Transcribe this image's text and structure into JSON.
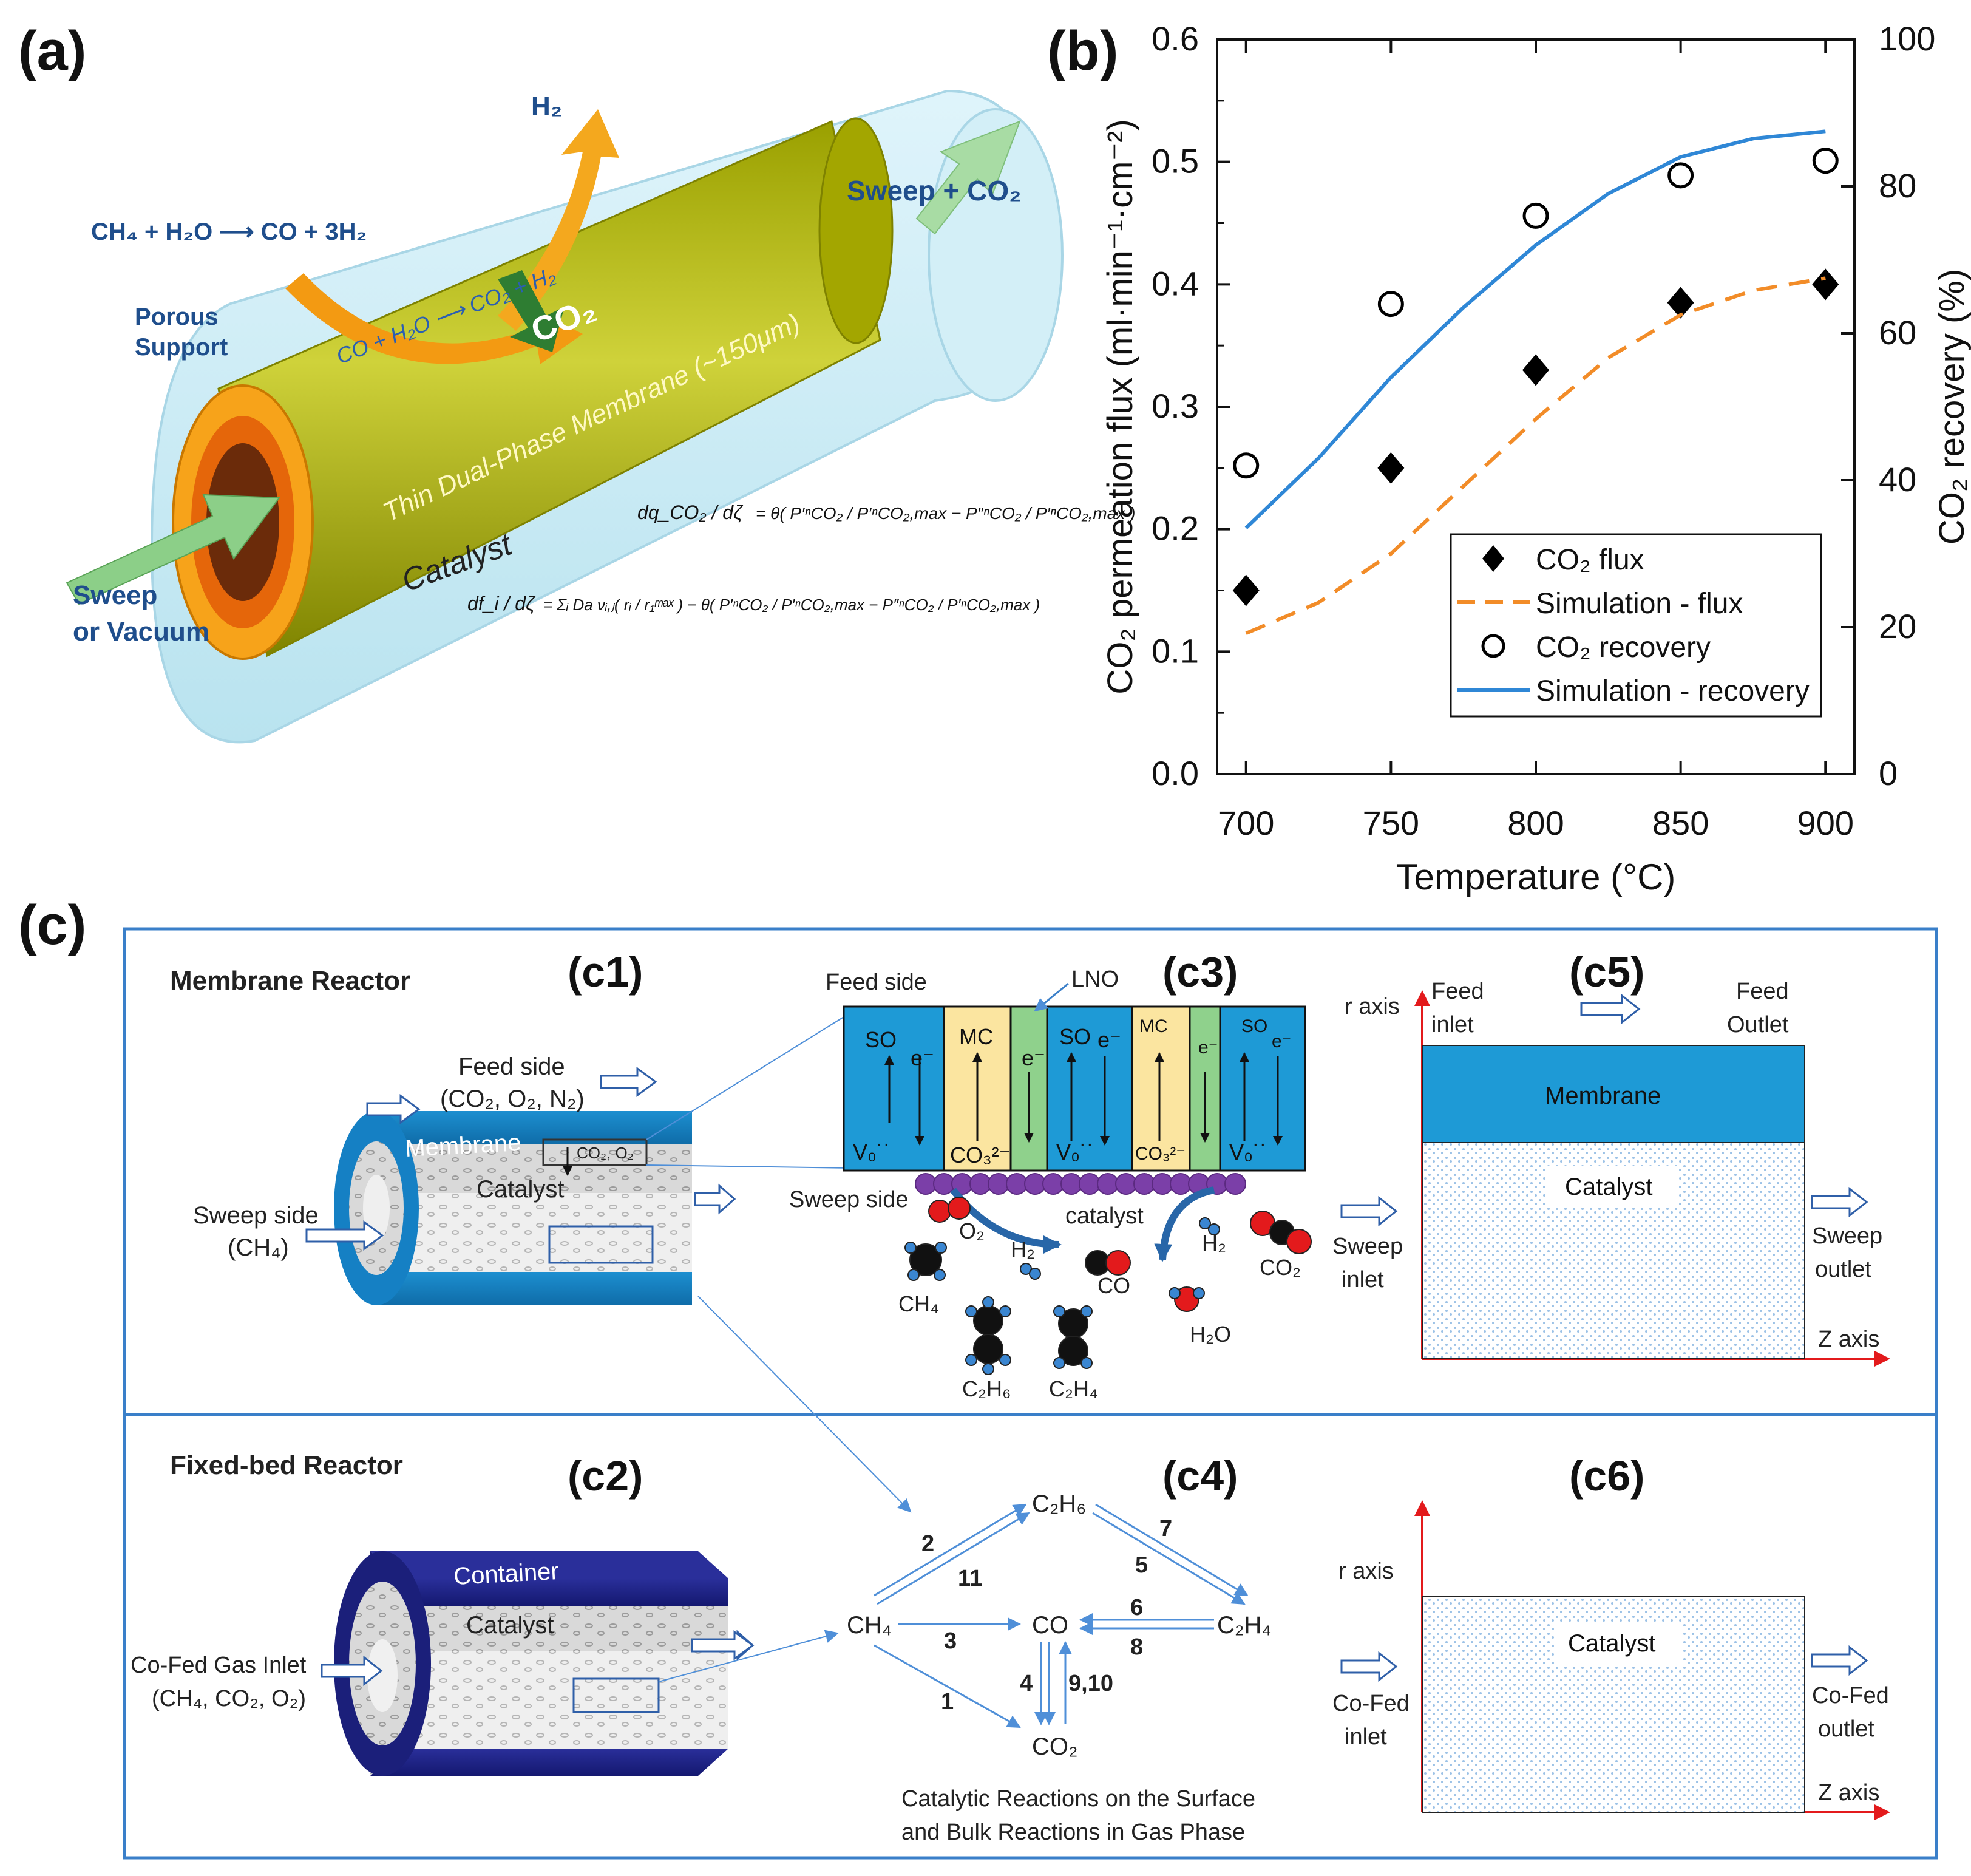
{
  "panel_a": {
    "label": "(a)",
    "h2": "H₂",
    "reaction_top": "CH₄ + H₂O ⟶ CO + 3H₂",
    "sweep_out": "Sweep + CO₂",
    "porous_support_1": "Porous",
    "porous_support_2": "Support",
    "shift_reaction": "CO + H₂O ⟶ CO₂ + H₂",
    "co2": "CO₂",
    "membrane_label": "Thin Dual-Phase Membrane (~150μm)",
    "catalyst": "Catalyst",
    "sweep_in_1": "Sweep",
    "sweep_in_2": "or Vacuum",
    "eq1_lhs": "dq_CO₂ / dζ",
    "eq1_rhs": "= θ( P′ⁿCO₂ / P′ⁿCO₂,max − P″ⁿCO₂ / P′ⁿCO₂,max )",
    "eq2_lhs": "df_i / dζ",
    "eq2_rhs": "= Σᵢ Da νᵢ,ⱼ( rᵢ / r₁ᵐᵃˣ ) − θ( P′ⁿCO₂ / P′ⁿCO₂,max − P″ⁿCO₂ / P′ⁿCO₂,max )"
  },
  "panel_b": {
    "label": "(b)"
  },
  "chart_data": {
    "type": "scatter",
    "xlabel": "Temperature (°C)",
    "ylabel": "CO₂ permeation flux (ml·min⁻¹·cm⁻²)",
    "y2label": "CO₂ recovery (%)",
    "xlim": [
      690,
      910
    ],
    "ylim": [
      0.0,
      0.6
    ],
    "y2lim": [
      0,
      100
    ],
    "xticks": [
      700,
      750,
      800,
      850,
      900
    ],
    "yticks": [
      "0.0",
      "0.1",
      "0.2",
      "0.3",
      "0.4",
      "0.5",
      "0.6"
    ],
    "y2ticks": [
      "0",
      "20",
      "40",
      "60",
      "80",
      "100"
    ],
    "legend_position": "bottom-right",
    "series": [
      {
        "name": "CO₂ flux",
        "axis": "left",
        "style": "marker-diamond",
        "color": "#000000",
        "x": [
          700,
          750,
          800,
          850,
          900
        ],
        "y": [
          0.15,
          0.25,
          0.33,
          0.385,
          0.4
        ]
      },
      {
        "name": "Simulation - flux",
        "axis": "left",
        "style": "dashed-line",
        "color": "#f28c28",
        "x": [
          700,
          725,
          750,
          775,
          800,
          825,
          850,
          875,
          900
        ],
        "y": [
          0.115,
          0.14,
          0.18,
          0.235,
          0.29,
          0.34,
          0.375,
          0.395,
          0.405
        ]
      },
      {
        "name": "CO₂ recovery",
        "axis": "right",
        "style": "marker-open-circle",
        "color": "#000000",
        "x": [
          700,
          750,
          800,
          850,
          900
        ],
        "y": [
          42,
          64,
          76,
          81.5,
          83.5
        ]
      },
      {
        "name": "Simulation - recovery",
        "axis": "right",
        "style": "solid-line",
        "color": "#2f87d6",
        "x": [
          700,
          725,
          750,
          775,
          800,
          825,
          850,
          875,
          900
        ],
        "y": [
          33.5,
          43,
          54,
          63.5,
          72,
          79,
          84,
          86.5,
          87.5
        ]
      }
    ]
  },
  "panel_c": {
    "label": "(c)",
    "c1": "(c1)",
    "c2": "(c2)",
    "c3": "(c3)",
    "c4": "(c4)",
    "c5": "(c5)",
    "c6": "(c6)",
    "membrane_reactor": "Membrane Reactor",
    "fixed_bed_reactor": "Fixed-bed Reactor",
    "c1_feed_side": "Feed side",
    "c1_feed_gases": "(CO₂, O₂, N₂)",
    "c1_membrane": "Membrane",
    "c1_catalyst": "Catalyst",
    "c1_co2o2": "CO₂, O₂",
    "c1_sweep_side": "Sweep side",
    "c1_ch4": "(CH₄)",
    "c3_feed_side": "Feed side",
    "c3_lno": "LNO",
    "c3_so": "SO",
    "c3_mc": "MC",
    "c3_e": "e⁻",
    "c3_vo": "V₀˙˙",
    "c3_co3": "CO₃²⁻",
    "c3_sweep_side": "Sweep side",
    "c3_catalyst": "catalyst",
    "c3_o2": "O₂",
    "c3_h2a": "H₂",
    "c3_h2b": "H₂",
    "c3_co2": "CO₂",
    "c3_co": "CO",
    "c3_ch4": "CH₄",
    "c3_h2o": "H₂O",
    "c3_c2h6": "C₂H₆",
    "c3_c2h4": "C₂H₄",
    "c5_r_axis": "r axis",
    "c5_feed_inlet_1": "Feed",
    "c5_feed_inlet_2": "inlet",
    "c5_feed_outlet_1": "Feed",
    "c5_feed_outlet_2": "Outlet",
    "c5_membrane": "Membrane",
    "c5_catalyst": "Catalyst",
    "c5_sweep_inlet_1": "Sweep",
    "c5_sweep_inlet_2": "inlet",
    "c5_sweep_outlet_1": "Sweep",
    "c5_sweep_outlet_2": "outlet",
    "c5_z_axis": "Z axis",
    "c2_container": "Container",
    "c2_catalyst": "Catalyst",
    "c2_cofed_1": "Co-Fed Gas Inlet",
    "c2_cofed_2": "(CH₄, CO₂, O₂)",
    "c4_c2h6": "C₂H₆",
    "c4_ch4": "CH₄",
    "c4_co": "CO",
    "c4_c2h4": "C₂H₄",
    "c4_co2": "CO₂",
    "c4_n1": "1",
    "c4_n2": "2",
    "c4_n3": "3",
    "c4_n4": "4",
    "c4_n5": "5",
    "c4_n6": "6",
    "c4_n7": "7",
    "c4_n8": "8",
    "c4_n910": "9,10",
    "c4_n11": "11",
    "c4_caption_1": "Catalytic Reactions on the Surface",
    "c4_caption_2": "and Bulk Reactions in Gas Phase",
    "c6_r_axis": "r axis",
    "c6_catalyst": "Catalyst",
    "c6_cofed_inlet_1": "Co-Fed",
    "c6_cofed_inlet_2": "inlet",
    "c6_cofed_outlet_1": "Co-Fed",
    "c6_cofed_outlet_2": "outlet",
    "c6_z_axis": "Z axis"
  }
}
